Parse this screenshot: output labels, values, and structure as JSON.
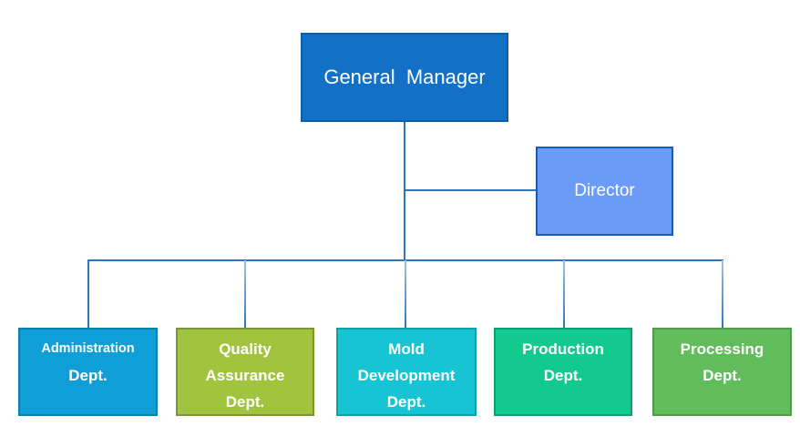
{
  "diagram": {
    "type": "org-chart",
    "background": "#FFFFFF",
    "connector_color": "#2E75B6",
    "connector_light_color": "#9DC3E6"
  },
  "nodes": {
    "general_manager": {
      "label": "General  Manager",
      "fill": "#1271C7",
      "border": "#0D5FA8",
      "text_color": "#FFFFFF"
    },
    "director": {
      "label": "Director",
      "fill": "#6B9AF8",
      "border": "#1A5BB4",
      "text_color": "#FFFFFF"
    },
    "departments": [
      {
        "id": "administration",
        "lines": [
          "Administration",
          "Dept."
        ],
        "fill": "#0F9ED6",
        "border": "#0B7FAD",
        "text_color": "#FFFFFF"
      },
      {
        "id": "quality-assurance",
        "lines": [
          "Quality",
          "Assurance",
          "Dept."
        ],
        "fill": "#A2C33E",
        "border": "#7C9637",
        "text_color": "#FFFFFF"
      },
      {
        "id": "mold-development",
        "lines": [
          "Mold",
          "Development",
          "Dept."
        ],
        "fill": "#16C4D4",
        "border": "#0FA0AC",
        "text_color": "#FFFFFF"
      },
      {
        "id": "production",
        "lines": [
          "Production",
          "Dept."
        ],
        "fill": "#12CA8E",
        "border": "#0E9E70",
        "text_color": "#FFFFFF"
      },
      {
        "id": "processing",
        "lines": [
          "Processing",
          "Dept."
        ],
        "fill": "#61BD5C",
        "border": "#4F9B48",
        "text_color": "#FFFFFF"
      }
    ]
  },
  "edges": [
    {
      "from": "General Manager",
      "to": "Director"
    },
    {
      "from": "General Manager",
      "to": "Administration Dept."
    },
    {
      "from": "General Manager",
      "to": "Quality Assurance Dept."
    },
    {
      "from": "General Manager",
      "to": "Mold Development Dept."
    },
    {
      "from": "General Manager",
      "to": "Production Dept."
    },
    {
      "from": "General Manager",
      "to": "Processing Dept."
    }
  ]
}
